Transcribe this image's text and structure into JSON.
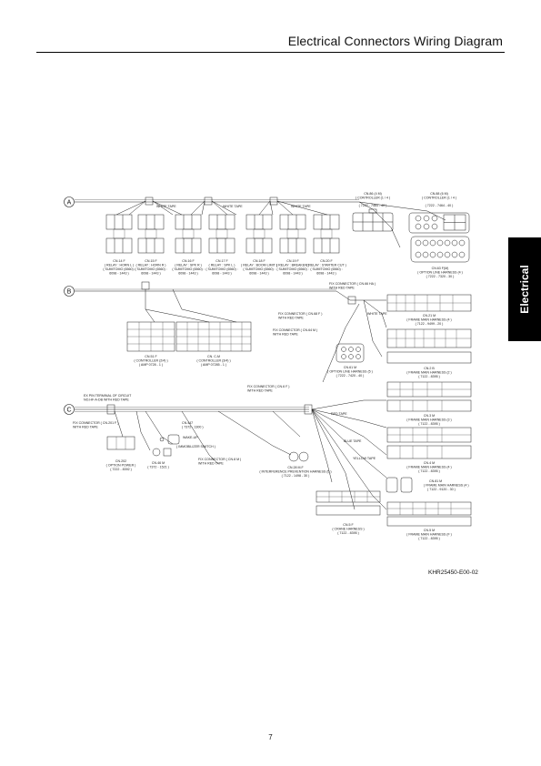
{
  "header": {
    "title": "Electrical Connectors Wiring Diagram"
  },
  "side_tab": {
    "label": "Electrical"
  },
  "figure_code": "KHR25450-E00-02",
  "page_number": "7",
  "sections": {
    "a": "A",
    "b": "B",
    "c": "C"
  },
  "tapes": {
    "white1": "WHITE TAPE",
    "white2": "WHITE TAPE",
    "white3": "WHITE TAPE",
    "white4": "WHITE TAPE",
    "red": "RED TAPE",
    "blue": "BLUE TAPE",
    "yellow": "YELLOW TAPE"
  },
  "relays": [
    {
      "l1": "CN.14 F",
      "l2": "( RELAY : HORN L )",
      "l3": "( SUMITOMO (6560) :",
      "l4": "6098 - 1443 )"
    },
    {
      "l1": "CN.15 F",
      "l2": "( RELAY : HORN R )",
      "l3": "( SUMITOMO (6560) :",
      "l4": "6098 - 1443 )"
    },
    {
      "l1": "CN.16 F",
      "l2": "( RELAY : SPK R )",
      "l3": "( SUMITOMO (6560) :",
      "l4": "6098 - 1443 )"
    },
    {
      "l1": "CN.17 F",
      "l2": "( RELAY : SPK L )",
      "l3": "( SUMITOMO (6560) :",
      "l4": "6098 - 1443 )"
    },
    {
      "l1": "CN.18 F",
      "l2": "( RELAY : BOOM LIMIT )",
      "l3": "( SUMITOMO (6560) :",
      "l4": "6098 - 1443 )"
    },
    {
      "l1": "CN.19 F",
      "l2": "( RELAY : BREAKER )",
      "l3": "( SUMITOMO (6560) :",
      "l4": "6098 - 1443 )"
    },
    {
      "l1": "CN.20 F",
      "l2": "( RELAY : STARTER CUT )",
      "l3": "( SUMITOMO (6560) :",
      "l4": "6098 - 1443 )"
    }
  ],
  "labels": {
    "cn86": {
      "l1": "CN.86 (4 M)",
      "l2": "( CONTROLLER (1 / 4 )",
      "l3": "( 7222 - 7464 - 40 )"
    },
    "cn88": {
      "l1": "CN.88 (6 M)",
      "l2": "( CONTROLLER (1 / 4 )",
      "l3": "( 7222 - 7464 - 40 )"
    },
    "cn63": {
      "l1": "CN.63 F(M)",
      "l2": "( OPTION LINE HARNESS (4 )",
      "l3": "( 7222 - 7320 - 30 )"
    },
    "fix_cn66": {
      "l1": "FIX CONNECTOR ( CN.66 HA )",
      "l2": "WITH RED TAPE"
    },
    "fix_cn68": {
      "l1": "FIX CONNECTOR ( CN.68 F )",
      "l2": "WITH RED TAPE"
    },
    "fix_cn64": {
      "l1": "FIX CONNECTOR ( CN.64 M )",
      "l2": "WITH RED TAPE"
    },
    "cn21m": {
      "l1": "CN.21 M",
      "l2": "( FRAME MAIN HARNESS (4 )",
      "l3": "( 7122 - 9499 - 20 )"
    },
    "cn61": {
      "l1": "CN.61 M",
      "l2": "( OPTION LINE HARNESS (5 )",
      "l3": "( 7222 - 7420 - 40 )"
    },
    "cn51": {
      "l1": "CN.51 F",
      "l2": "( CONTROLLER (2/4) )",
      "l3": "( AMP 0728 - 1 )"
    },
    "cn52": {
      "l1": "CN. C-M",
      "l2": "( CONTROLLER (3/4) )",
      "l3": "( AMP 07285 - 1 )"
    },
    "cn2b": {
      "l1": "CN.2 B",
      "l2": "( FRAME MAIN HARNESS (2 )",
      "l3": "( 7122 - 8395 )"
    },
    "ex_pin": {
      "l1": "EX PIN TERMINAL OF CIRCUIT",
      "l2": "NO.HF-A-DB WITH RED TAPE"
    },
    "fix_cn69": {
      "l1": "FIX CONNECTOR ( CN.6 F )",
      "l2": "WITH RED TAPE"
    },
    "cn3m": {
      "l1": "CN.3 M",
      "l2": "( FRAME MAIN HARNESS (3 )",
      "l3": "( 7122 - 8395 )"
    },
    "fix_cn201": {
      "l1": "FIX CONNECTOR ( CN.201 F )",
      "l2": "WITH RED TAPE"
    },
    "cn447": {
      "l1": "CN.447",
      "l2": "( 7372 - 1300 )"
    },
    "cn202": {
      "l1": "CN.202",
      "l2": "( OPTION POWER )",
      "l3": "( 7222 - 8392 )"
    },
    "cn46": {
      "l1": "CN.46 M",
      "l2": "( 7372 - 1521 )"
    },
    "wake": "WAKE-UP",
    "immob": "( IMMOBILIZER SWITCH )",
    "fix_cn8": {
      "l1": "FIX CONNECTOR ( CN.8 M )",
      "l2": "WITH RED TAPE"
    },
    "cn28": {
      "l1": "CN.28 M.F",
      "l2": "( INTERFERENCE PREVENTION HARNESS (5 )",
      "l3": "( 7122 - 1498 - 30 )"
    },
    "cn4m": {
      "l1": "CN.4 M",
      "l2": "( FRAME MAIN HARNESS (4 )",
      "l3": "( 7122 - 8395 )"
    },
    "cn81m": {
      "l1": "CN.81 M",
      "l2": "( FRAME MAIN HARNESS (4 )",
      "l3": "( 7122 - 9120 - 30 )"
    },
    "cn5f": {
      "l1": "CN.5 F",
      "l2": "( CRANE HARNESS )",
      "l3": "( 7122 - 8395 )"
    },
    "cn5m": {
      "l1": "CN.5 M",
      "l2": "( FRAME MAIN HARNESS (F )",
      "l3": "( 7122 - 8395 )"
    }
  }
}
